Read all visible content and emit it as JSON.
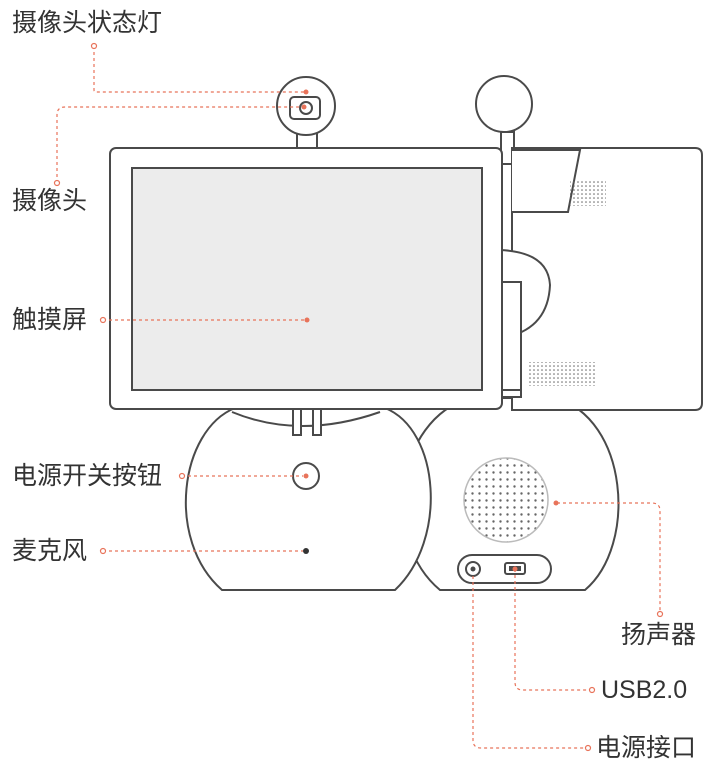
{
  "labels": {
    "camera_status_light": "摄像头状态灯",
    "camera": "摄像头",
    "touchscreen": "触摸屏",
    "power_switch": "电源开关按钮",
    "microphone": "麦克风",
    "speaker": "扬声器",
    "usb": "USB2.0",
    "power_port": "电源接口"
  },
  "colors": {
    "outline": "#4a4a4a",
    "screen_fill": "#ececec",
    "callout": "#e8735a",
    "background": "#ffffff"
  }
}
